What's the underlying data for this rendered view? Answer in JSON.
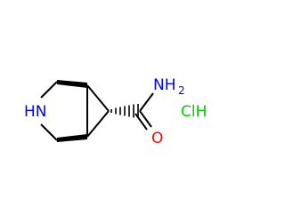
{
  "structure": {
    "atoms": {
      "nh": {
        "text": "HN"
      },
      "amide_n": {
        "text": "NH",
        "subscript": "2"
      },
      "amide_o": {
        "text": "O"
      },
      "salt": {
        "text": "ClH"
      }
    },
    "colors": {
      "bond": "#000000",
      "nitrogen": "#0000ff",
      "oxygen": "#ff0000",
      "chlorine": "#00cc00"
    }
  }
}
